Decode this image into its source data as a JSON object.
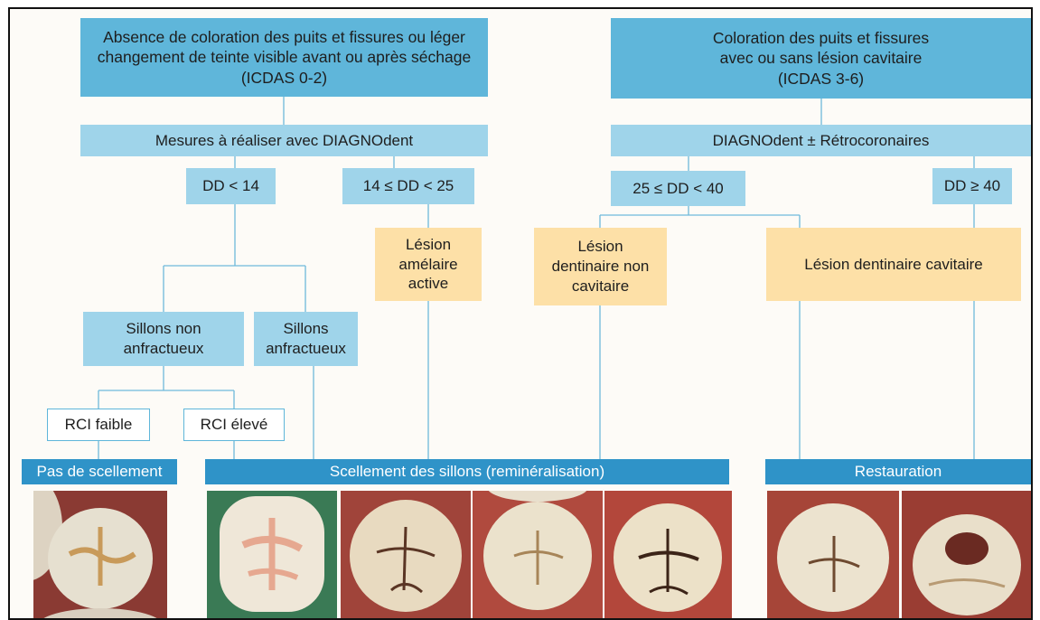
{
  "boxes": {
    "absence": "Absence de coloration des puits et fissures ou léger changement de teinte visible avant ou après séchage (ICDAS 0-2)",
    "coloration": "Coloration des puits et fissures avec ou sans lésion cavitaire (ICDAS 3-6)",
    "mesures": "Mesures à réaliser avec DIAGNOdent",
    "diagnodent_retro": "DIAGNOdent ± Rétrocoronaires",
    "dd_lt14": "DD < 14",
    "dd_14_25": "14 ≤ DD < 25",
    "dd_25_40": "25 ≤ DD < 40",
    "dd_ge40": "DD ≥ 40",
    "lesion_amelaire": "Lésion amélaire active",
    "lesion_dentinaire_nc": "Lésion dentinaire non cavitaire",
    "lesion_dentinaire_cav": "Lésion dentinaire cavitaire",
    "sillons_non_anfr": "Sillons non anfractueux",
    "sillons_anfr": "Sillons anfractueux",
    "rci_faible": "RCI faible",
    "rci_eleve": "RCI élevé"
  },
  "bars": {
    "pas_scellement": "Pas de scellement",
    "scellement": "Scellement des sillons (reminéralisation)",
    "restauration": "Restauration"
  },
  "colors": {
    "box_light_blue": "#9fd4ea",
    "box_dark_blue": "#5fb6da",
    "box_orange": "#fde0a7",
    "bar_blue": "#2f93c8",
    "connector": "#6fbadb"
  }
}
